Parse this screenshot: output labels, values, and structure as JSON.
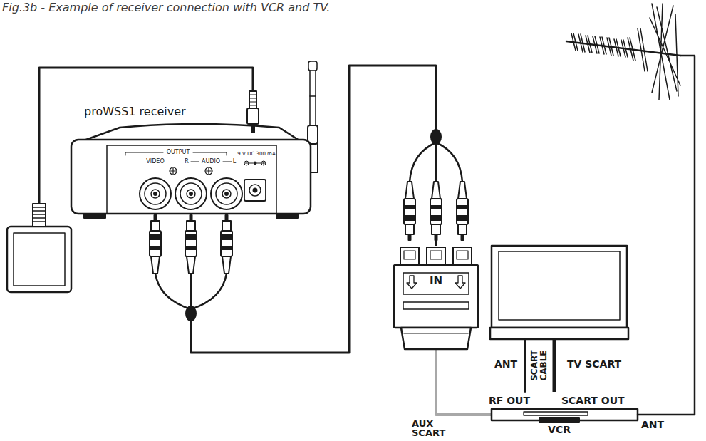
{
  "diagram": {
    "title": "Fig.3b - Example of receiver connection with VCR and TV.",
    "nodes": [
      {
        "text": [
          "proWSS1 receiver",
          "OUTPUT",
          "VIDEO",
          "R",
          "AUDIO",
          "L",
          "9 V DC 300 mA"
        ]
      },
      {
        "text": [
          "IN"
        ]
      },
      {
        "text": [
          "VCR"
        ]
      }
    ],
    "edges": [
      {
        "from": 0,
        "to": 1,
        "arrow": "none"
      },
      {
        "from": 1,
        "to": 2,
        "arrow": "none"
      }
    ],
    "labels": [
      "ANT",
      "TV SCART",
      "SCART CABLE",
      "RF OUT",
      "SCART OUT",
      "AUX SCART",
      "ANT"
    ]
  }
}
